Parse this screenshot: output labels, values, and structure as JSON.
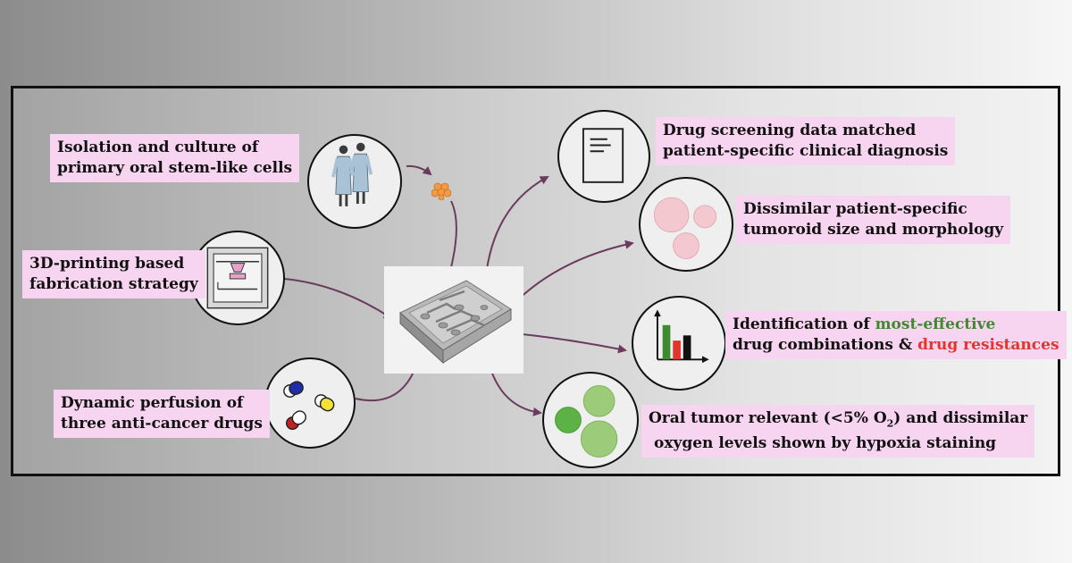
{
  "inputs": {
    "isolation": {
      "line1": "Isolation and culture of",
      "line2": "primary oral stem-like cells",
      "icon": "patients-icon"
    },
    "printing": {
      "line1": "3D-printing based",
      "line2": "fabrication strategy",
      "icon": "3d-printer-icon"
    },
    "perfusion": {
      "line1": "Dynamic perfusion of",
      "line2": "three anti-cancer drugs",
      "icon": "capsules-icon"
    }
  },
  "outputs": {
    "screening": {
      "line1": "Drug screening data matched",
      "line2": "patient-specific clinical diagnosis",
      "icon": "document-icon"
    },
    "morphology": {
      "line1": "Dissimilar patient-specific",
      "line2": "tumoroid size and morphology",
      "icon": "tumoroids-icon"
    },
    "identification": {
      "prefix": "Identification of ",
      "highlight_effective": "most-effective",
      "line2_prefix": "drug combinations & ",
      "highlight_resistance": "drug resistances",
      "icon": "bar-chart-icon"
    },
    "hypoxia": {
      "line1_prefix": "Oral tumor relevant (<5% O",
      "line1_sub": "2",
      "line1_suffix": ") and dissimilar",
      "line2": "oxygen levels shown by hypoxia staining",
      "icon": "hypoxia-spheroids-icon"
    }
  },
  "center": {
    "icon": "microfluidic-chip-icon"
  },
  "colors": {
    "label_bg": "#f7d4f0",
    "arrow": "#6b3a5c",
    "green_highlight": "#3f8a2e",
    "red_highlight": "#e2352b",
    "cells": "#f29a45"
  }
}
